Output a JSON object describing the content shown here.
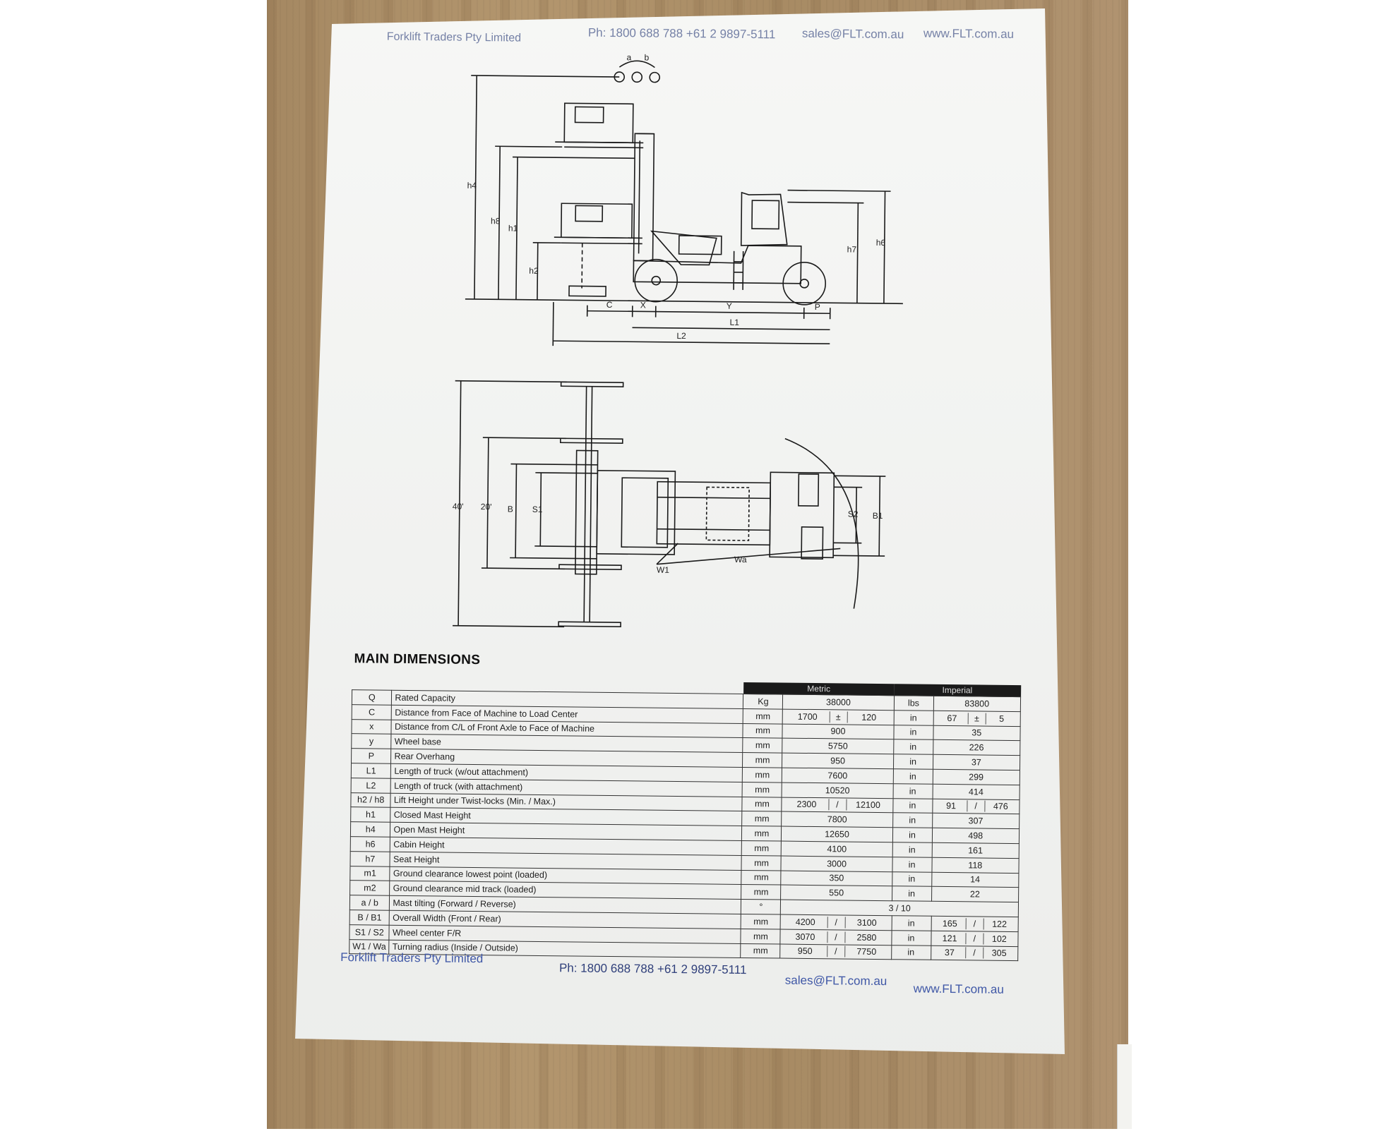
{
  "header": {
    "company": "Forklift Traders Pty Limited",
    "phone": "Ph: 1800 688 788   +61 2 9897-5111",
    "email": "sales@FLT.com.au",
    "website": "www.FLT.com.au"
  },
  "drawing_labels": {
    "side": [
      "a",
      "b",
      "h4",
      "h8",
      "h1",
      "h2",
      "h7",
      "h6",
      "C",
      "X",
      "Y",
      "P",
      "L1",
      "L2"
    ],
    "top": [
      "40'",
      "20'",
      "B",
      "S1",
      "S2",
      "B1",
      "W1",
      "Wa"
    ]
  },
  "section_title": "MAIN DIMENSIONS",
  "table": {
    "metric_header": "Metric",
    "imperial_header": "Imperial",
    "rows": [
      {
        "code": "Q",
        "desc": "Rated Capacity",
        "munit": "Kg",
        "metric": [
          "38000"
        ],
        "iunit": "lbs",
        "imperial": [
          "83800"
        ]
      },
      {
        "code": "C",
        "desc": "Distance from Face of Machine to Load Center",
        "munit": "mm",
        "metric": [
          "1700",
          "±",
          "120"
        ],
        "iunit": "in",
        "imperial": [
          "67",
          "±",
          "5"
        ]
      },
      {
        "code": "x",
        "desc": "Distance from C/L of Front Axle to Face of Machine",
        "munit": "mm",
        "metric": [
          "900"
        ],
        "iunit": "in",
        "imperial": [
          "35"
        ]
      },
      {
        "code": "y",
        "desc": "Wheel base",
        "munit": "mm",
        "metric": [
          "5750"
        ],
        "iunit": "in",
        "imperial": [
          "226"
        ]
      },
      {
        "code": "P",
        "desc": "Rear Overhang",
        "munit": "mm",
        "metric": [
          "950"
        ],
        "iunit": "in",
        "imperial": [
          "37"
        ]
      },
      {
        "code": "L1",
        "desc": "Length of truck (w/out attachment)",
        "munit": "mm",
        "metric": [
          "7600"
        ],
        "iunit": "in",
        "imperial": [
          "299"
        ]
      },
      {
        "code": "L2",
        "desc": "Length of truck (with attachment)",
        "munit": "mm",
        "metric": [
          "10520"
        ],
        "iunit": "in",
        "imperial": [
          "414"
        ]
      },
      {
        "code": "h2 / h8",
        "desc": "Lift Height under Twist-locks (Min. / Max.)",
        "munit": "mm",
        "metric": [
          "2300",
          "/",
          "12100"
        ],
        "iunit": "in",
        "imperial": [
          "91",
          "/",
          "476"
        ]
      },
      {
        "code": "h1",
        "desc": "Closed Mast Height",
        "munit": "mm",
        "metric": [
          "7800"
        ],
        "iunit": "in",
        "imperial": [
          "307"
        ]
      },
      {
        "code": "h4",
        "desc": "Open Mast Height",
        "munit": "mm",
        "metric": [
          "12650"
        ],
        "iunit": "in",
        "imperial": [
          "498"
        ]
      },
      {
        "code": "h6",
        "desc": "Cabin Height",
        "munit": "mm",
        "metric": [
          "4100"
        ],
        "iunit": "in",
        "imperial": [
          "161"
        ]
      },
      {
        "code": "h7",
        "desc": "Seat Height",
        "munit": "mm",
        "metric": [
          "3000"
        ],
        "iunit": "in",
        "imperial": [
          "118"
        ]
      },
      {
        "code": "m1",
        "desc": "Ground clearance lowest point (loaded)",
        "munit": "mm",
        "metric": [
          "350"
        ],
        "iunit": "in",
        "imperial": [
          "14"
        ]
      },
      {
        "code": "m2",
        "desc": "Ground clearance mid track (loaded)",
        "munit": "mm",
        "metric": [
          "550"
        ],
        "iunit": "in",
        "imperial": [
          "22"
        ]
      },
      {
        "code": "a / b",
        "desc": "Mast tilting (Forward / Reverse)",
        "munit": "°",
        "metric": [
          "3 / 10"
        ],
        "iunit": "",
        "imperial": [
          ""
        ],
        "merged": true
      },
      {
        "code": "B / B1",
        "desc": "Overall Width (Front / Rear)",
        "munit": "mm",
        "metric": [
          "4200",
          "/",
          "3100"
        ],
        "iunit": "in",
        "imperial": [
          "165",
          "/",
          "122"
        ]
      },
      {
        "code": "S1 / S2",
        "desc": "Wheel center F/R",
        "munit": "mm",
        "metric": [
          "3070",
          "/",
          "2580"
        ],
        "iunit": "in",
        "imperial": [
          "121",
          "/",
          "102"
        ]
      },
      {
        "code": "W1 / Wa",
        "desc": "Turning radius (Inside / Outside)",
        "munit": "mm",
        "metric": [
          "950",
          "/",
          "7750"
        ],
        "iunit": "in",
        "imperial": [
          "37",
          "/",
          "305"
        ]
      }
    ]
  },
  "footer": {
    "company": "Forklift Traders Pty Limited",
    "phone": "Ph: 1800 688 788   +61 2 9897-5111",
    "email": "sales@FLT.com.au",
    "website": "www.FLT.com.au"
  }
}
